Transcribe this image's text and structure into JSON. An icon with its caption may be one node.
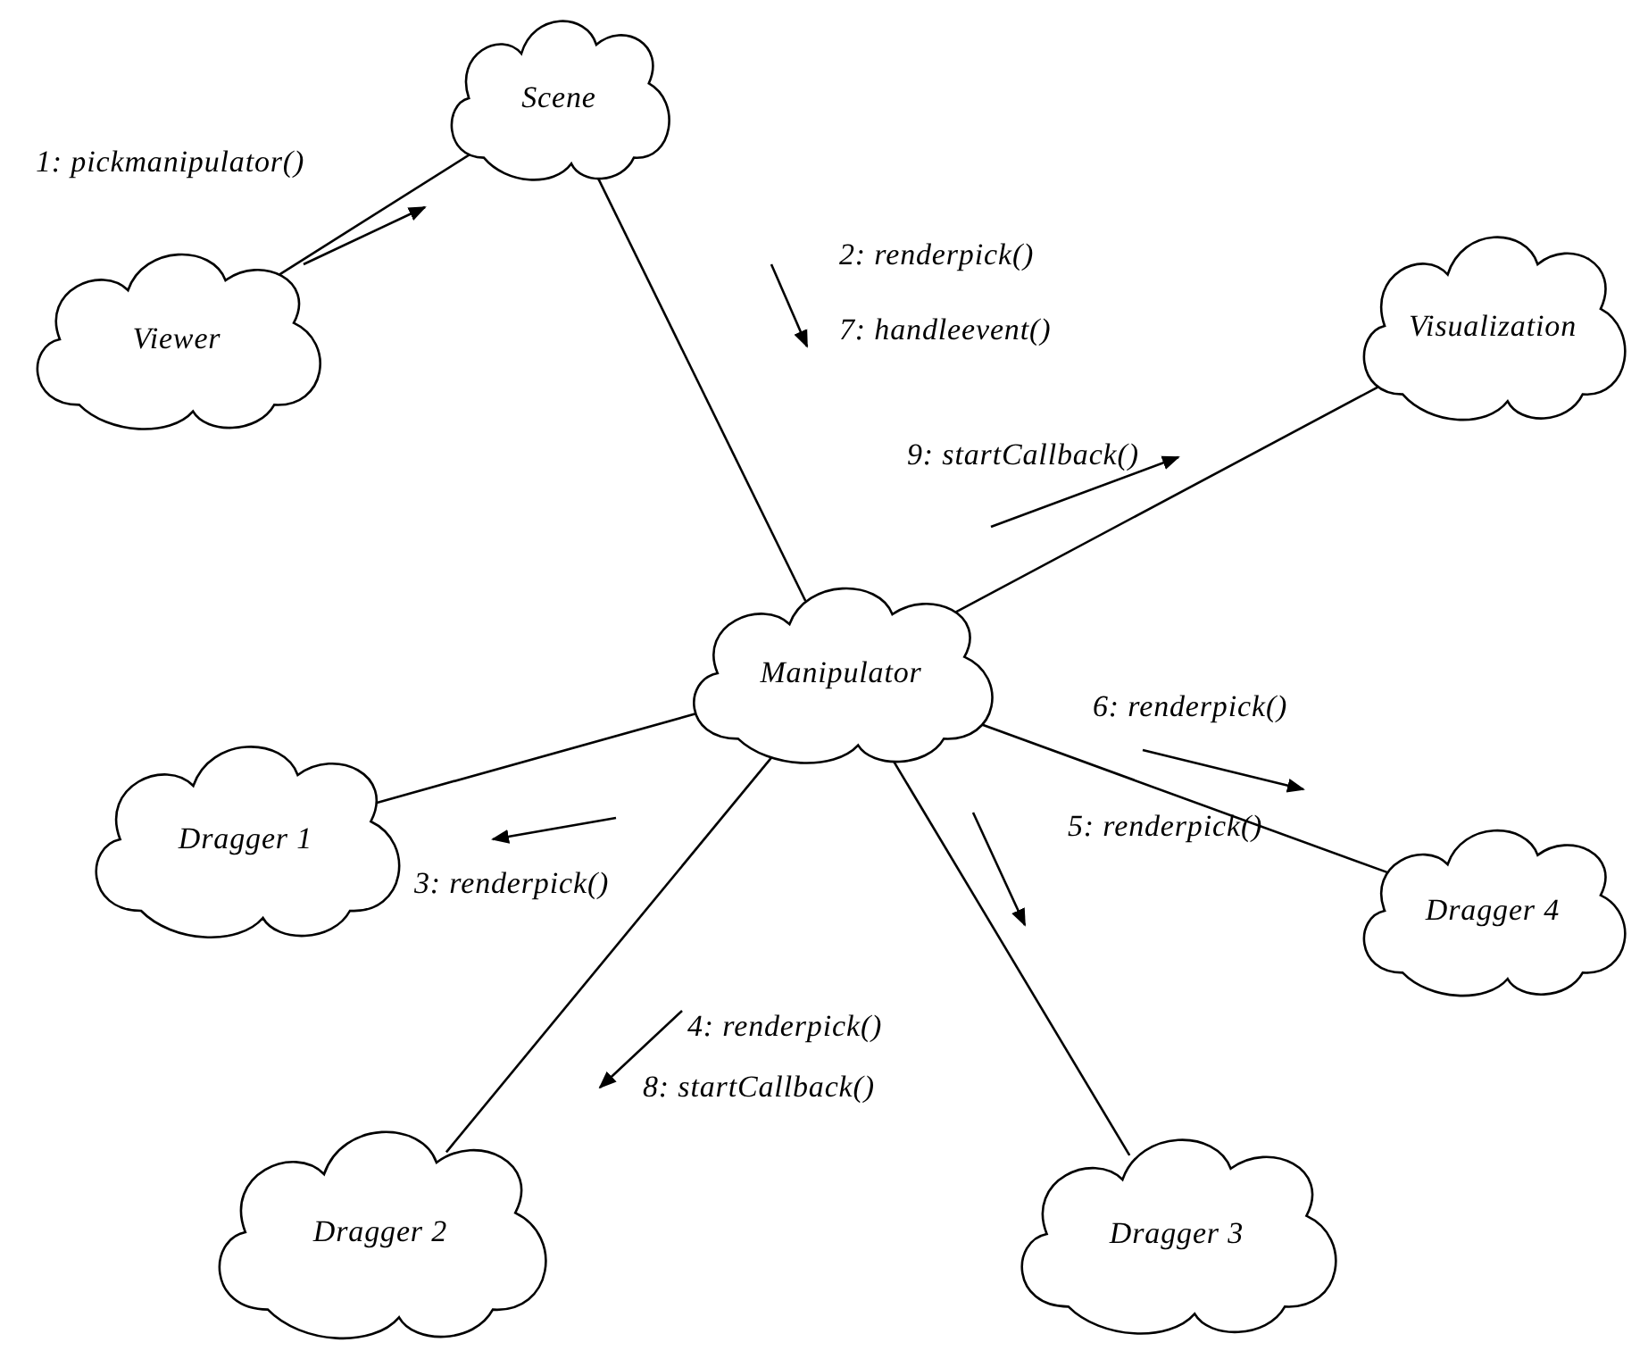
{
  "diagram": {
    "nodes": [
      {
        "text": [
          "Scene"
        ]
      },
      {
        "text": [
          "Viewer"
        ]
      },
      {
        "text": [
          "Visualization"
        ]
      },
      {
        "text": [
          "Manipulator"
        ]
      },
      {
        "text": [
          "Dragger 1"
        ]
      },
      {
        "text": [
          "Dragger 4"
        ]
      },
      {
        "text": [
          "Dragger 2"
        ]
      },
      {
        "text": [
          "Dragger 3"
        ]
      }
    ],
    "edges": [
      {
        "from": 1,
        "to": 0,
        "arrow": "none"
      },
      {
        "from": 0,
        "to": 3,
        "arrow": "none"
      },
      {
        "from": 3,
        "to": 2,
        "arrow": "none"
      },
      {
        "from": 3,
        "to": 4,
        "arrow": "none"
      },
      {
        "from": 3,
        "to": 5,
        "arrow": "none"
      },
      {
        "from": 3,
        "to": 6,
        "arrow": "none"
      },
      {
        "from": 3,
        "to": 7,
        "arrow": "none"
      }
    ],
    "labels": [
      "1: pickmanipulator()",
      "2: renderpick()",
      "7: handleevent()",
      "9: startCallback()",
      "6: renderpick()",
      "3: renderpick()",
      "5: renderpick()",
      "4: renderpick()",
      "8: startCallback()"
    ]
  }
}
